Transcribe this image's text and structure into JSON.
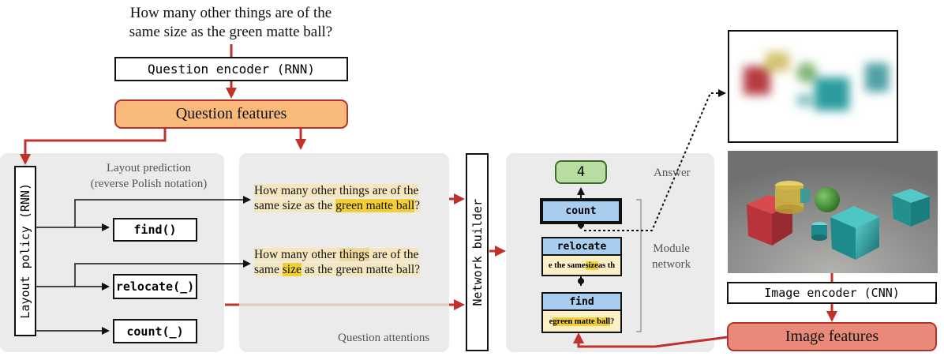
{
  "question": {
    "line1": "How many other things are of the",
    "line2": "same size as the green matte ball?"
  },
  "question_encoder": "Question encoder (RNN)",
  "question_features": "Question features",
  "layout_policy": "Layout policy (RNN)",
  "layout_prediction": {
    "line1": "Layout prediction",
    "line2": "(reverse Polish notation)"
  },
  "ops": {
    "find": "find()",
    "relocate": "relocate(_)",
    "count": "count(_)"
  },
  "attention1": {
    "l1_a": "How many other things are of the",
    "l2_a": "same size as the ",
    "l2_hl": "green matte ball",
    "l2_b": "?"
  },
  "attention2": {
    "l1_a": "How many other ",
    "l1_hl": "things",
    "l1_b": " are of the",
    "l2_a": "same ",
    "l2_hl": "size",
    "l2_b": " as the green matte ball?"
  },
  "question_attentions": "Question attentions",
  "network_builder": "Network builder",
  "answer_label": "Answer",
  "answer_value": "4",
  "module_network": {
    "line1": "Module",
    "line2": "network"
  },
  "modules": {
    "count": "count",
    "relocate": "relocate",
    "relocate_body_a": "e the same ",
    "relocate_body_hl": "size",
    "relocate_body_b": " as th",
    "find": "find",
    "find_body_a": "e ",
    "find_body_hl": "green matte ball",
    "find_body_b": " ?"
  },
  "image_encoder": "Image encoder (CNN)",
  "image_features": "Image features",
  "colors": {
    "arrow_red": "#c0312b",
    "panel_gray": "#ebebeb",
    "question_features": "#f8b97a",
    "image_features": "#e9897a",
    "module_head": "#a9cdee",
    "module_body": "#fbf0c8",
    "answer_green": "#b9dca1",
    "highlight": "#f2cf33"
  }
}
